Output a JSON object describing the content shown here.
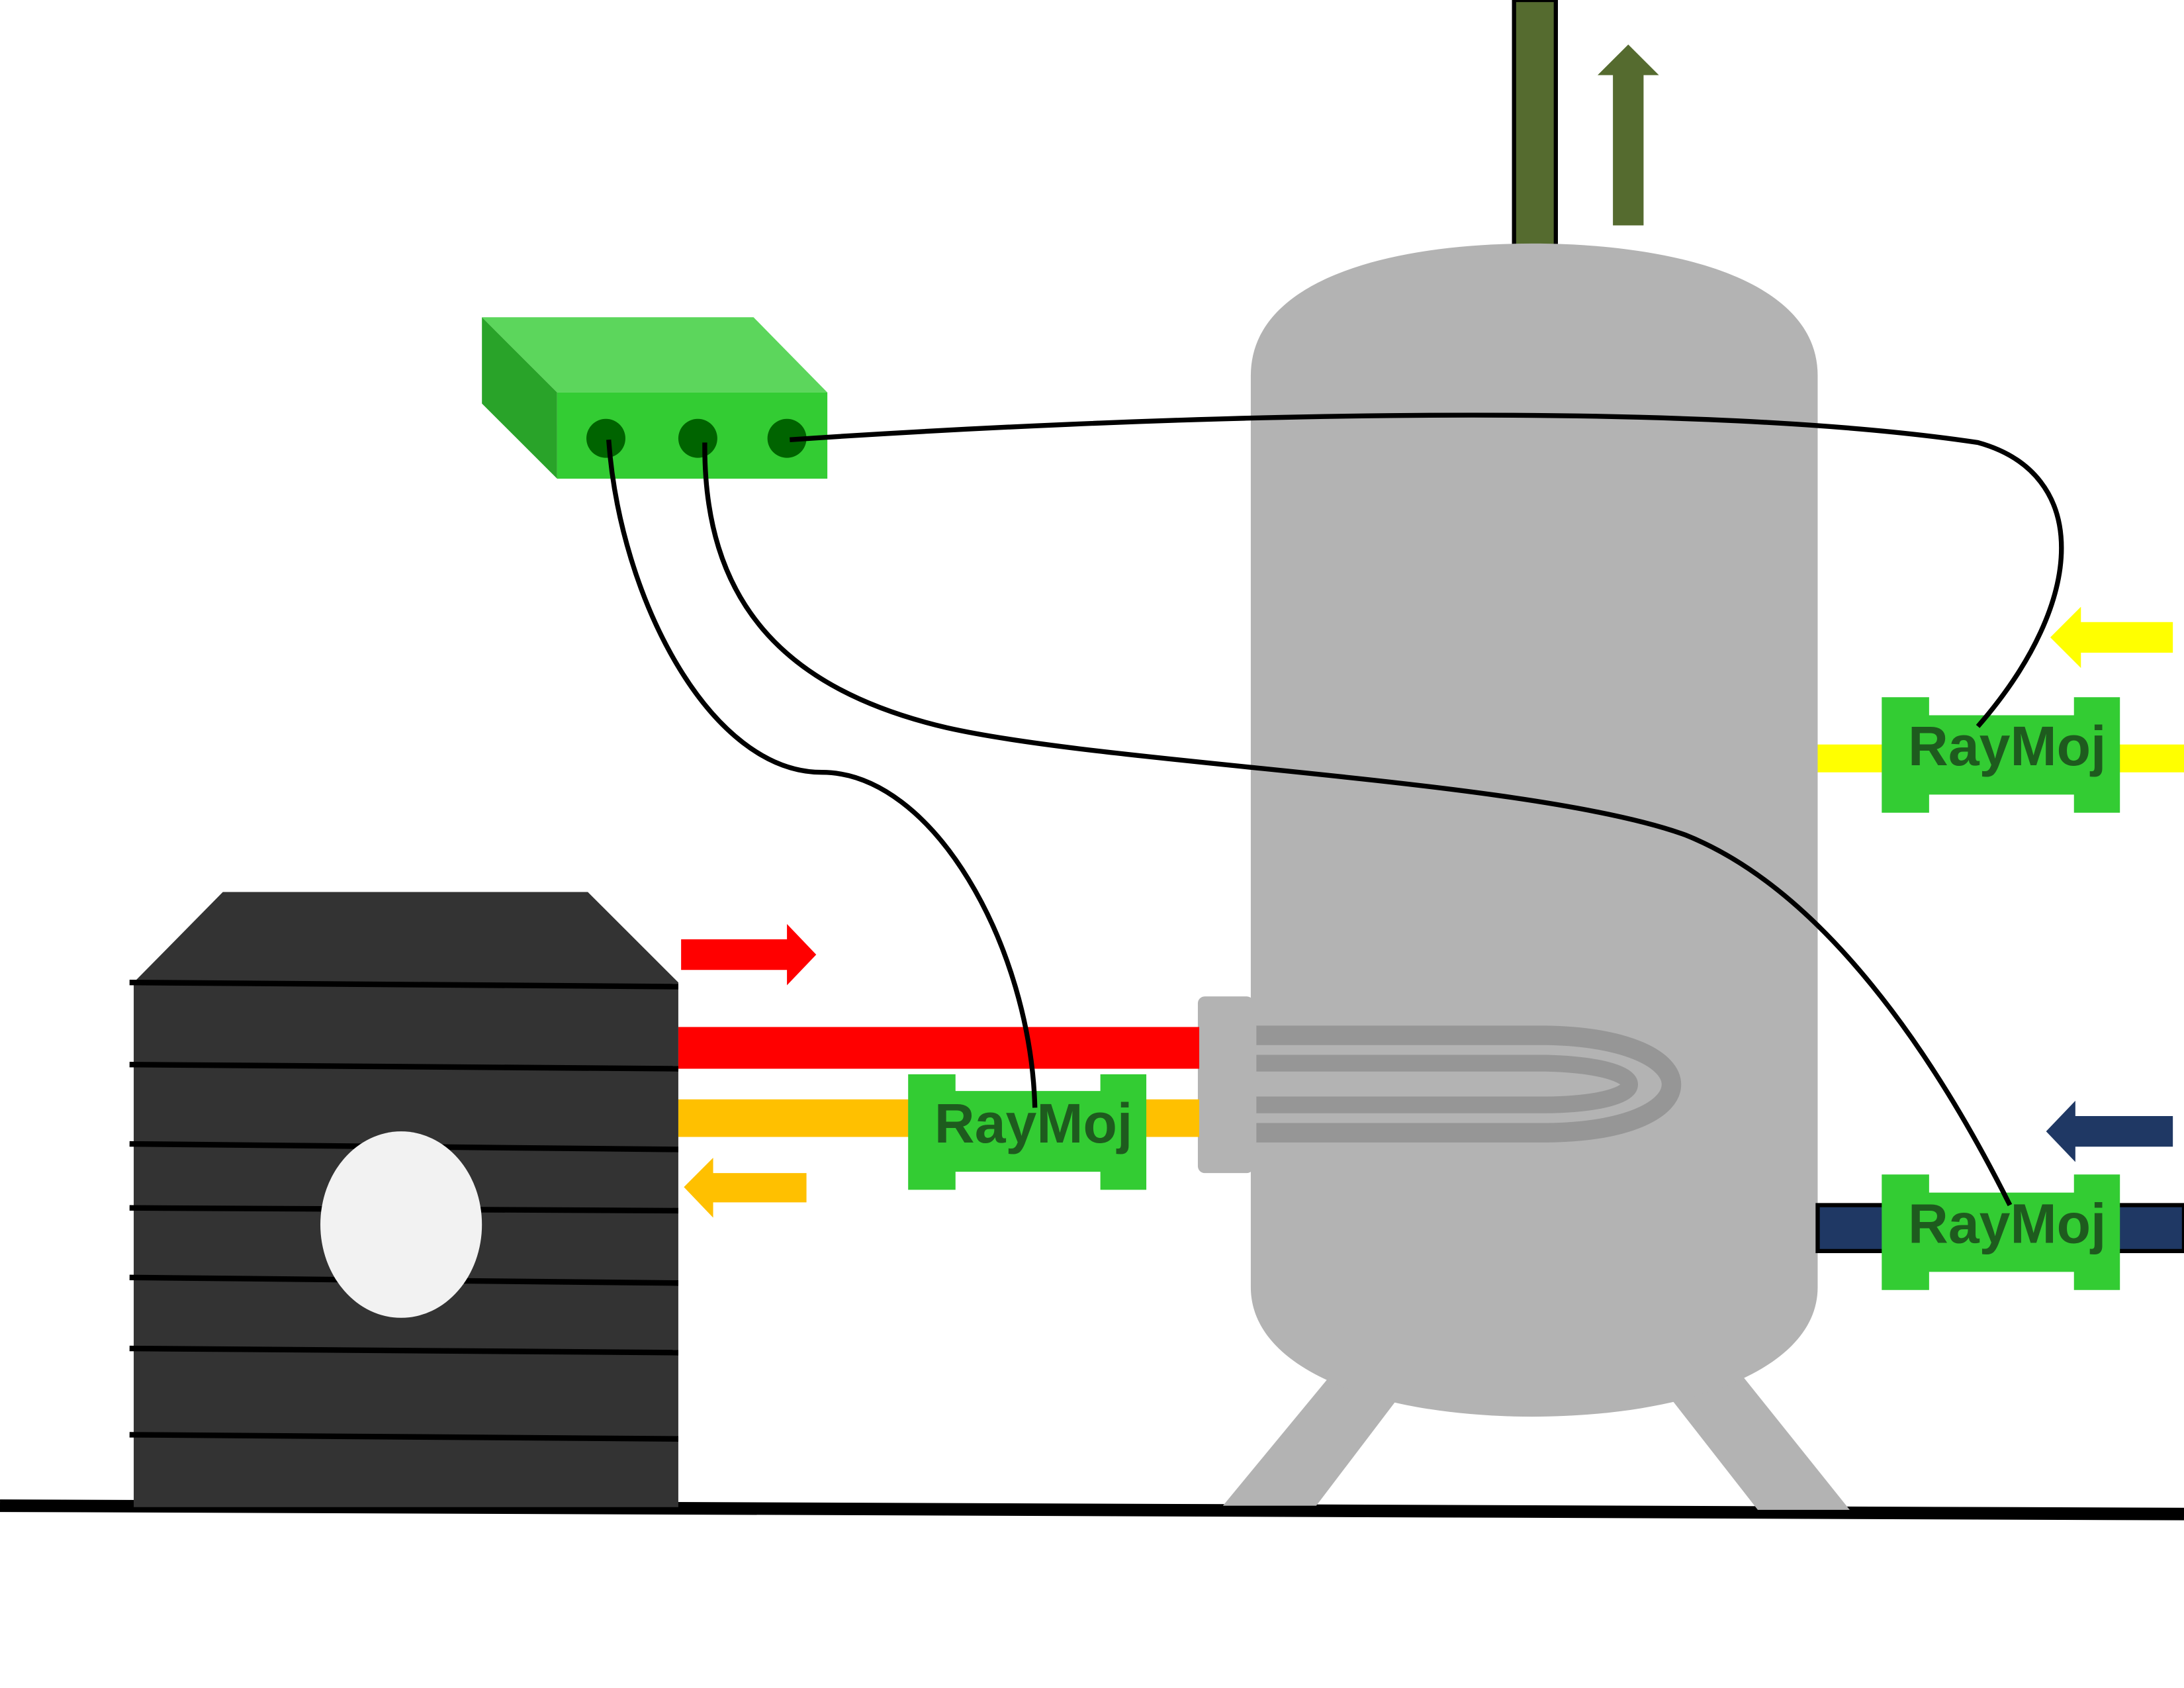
{
  "sensors": [
    {
      "label": "RayMoj"
    },
    {
      "label": "RayMoj"
    },
    {
      "label": "RayMoj"
    }
  ],
  "colors": {
    "background": "#ffffff",
    "ground_line": "#000000",
    "tank": "#b3b3b3",
    "heat_exchanger_tube": "#969696",
    "outdoor_unit": "#333333",
    "outdoor_unit_fan": "#f2f2f2",
    "hot_line": "#ff0000",
    "return_line": "#ffc000",
    "cold_inlet": "#1f3864",
    "hot_outlet_line": "#ffff00",
    "vent_pipe": "#556b2f",
    "sensor_body": "#33cc33",
    "sensor_text": "#1e5b1e",
    "controller_front": "#33cc33",
    "controller_top": "#5cd65c",
    "controller_side": "#29a329",
    "controller_port": "#006400",
    "wire": "#000000"
  },
  "icons": {
    "flow_arrows": [
      "arrow-up-icon",
      "arrow-right-icon",
      "arrow-left-icon",
      "arrow-left-icon",
      "arrow-left-icon"
    ]
  }
}
